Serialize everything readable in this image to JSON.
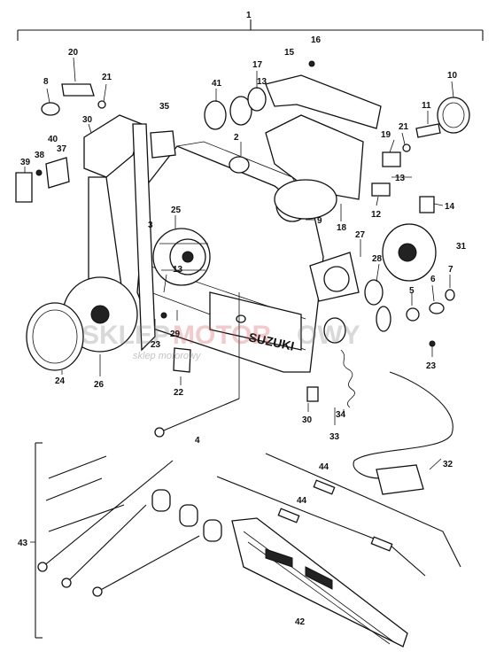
{
  "diagram": {
    "top_label": "1",
    "watermark": {
      "main_left": "SKLEP",
      "main_mid": "MOTOR",
      "main_right": "OWY",
      "sub": "sklep motorowy",
      "color_main": "#7a7a7a",
      "color_mid": "#d64545"
    },
    "brand_plate": "SUZUKI",
    "callouts": [
      "1",
      "2",
      "3",
      "4",
      "5",
      "6",
      "7",
      "8",
      "9",
      "10",
      "11",
      "12",
      "13",
      "13",
      "13",
      "14",
      "15",
      "16",
      "17",
      "18",
      "19",
      "20",
      "21",
      "21",
      "22",
      "23",
      "23",
      "24",
      "25",
      "26",
      "27",
      "28",
      "29",
      "30",
      "30",
      "31",
      "32",
      "33",
      "34",
      "35",
      "37",
      "38",
      "39",
      "40",
      "41",
      "42",
      "43",
      "44",
      "44"
    ],
    "colors": {
      "line": "#111111",
      "background": "#ffffff"
    }
  }
}
